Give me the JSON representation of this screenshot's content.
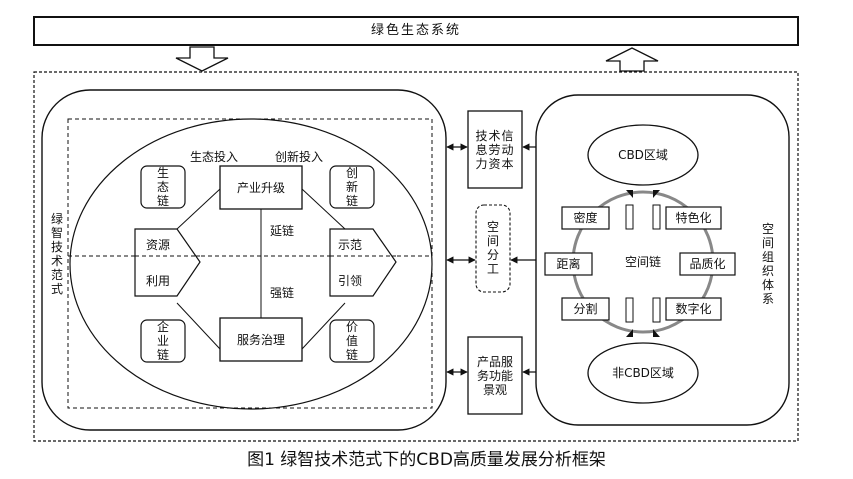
{
  "top_banner": {
    "label": "绿色生态系统"
  },
  "left_panel": {
    "side_label": "绿智技术范式",
    "inputs": {
      "ecology_input": "生态投入",
      "innovation_input": "创新投入"
    },
    "boxes": {
      "industry_upgrade": "产业升级",
      "service_governance": "服务治理",
      "ecology_chain": "生态链",
      "innovation_chain": "创新链",
      "enterprise_chain": "企业链",
      "value_chain": "价值链"
    },
    "arrows": {
      "resource_top": "资源",
      "resource_bottom": "利用",
      "demo_top": "示范",
      "demo_bottom": "引领"
    },
    "chain_labels": {
      "extend": "延链",
      "strengthen": "强链"
    }
  },
  "middle_column": {
    "tech_info_box": "技术信息劳动力资本",
    "space_division": "空间分工",
    "product_box": "产品服务功能景观"
  },
  "right_panel": {
    "side_label": "空间组织体系",
    "cbd_region": "CBD区域",
    "non_cbd_region": "非CBD区域",
    "center": "空间链",
    "factors": {
      "density": "密度",
      "distance": "距离",
      "division": "分割",
      "featurization": "特色化",
      "quality": "品质化",
      "digitalization": "数字化"
    }
  },
  "caption": "图1 绿智技术范式下的CBD高质量发展分析框架"
}
